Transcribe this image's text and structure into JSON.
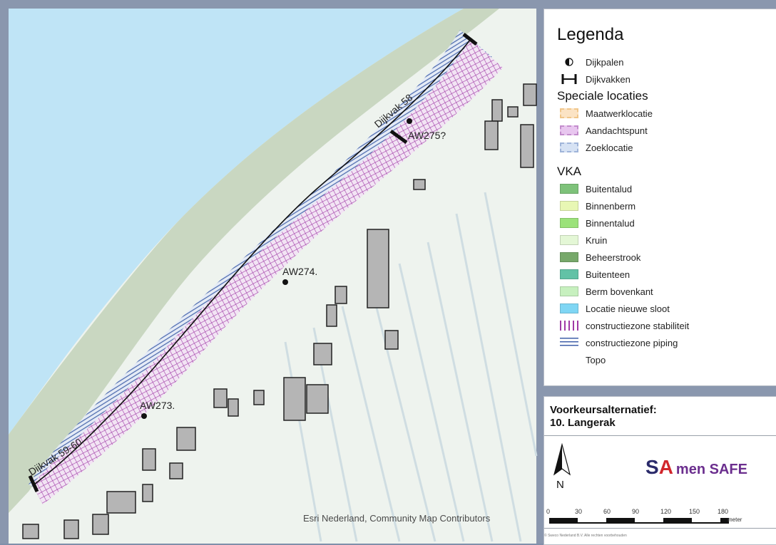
{
  "legend": {
    "title": "Legenda",
    "items_top": [
      {
        "label": "Dijkpalen",
        "icon": "half-circle-icon"
      },
      {
        "label": "Dijkvakken",
        "icon": "h-bar-icon"
      }
    ],
    "speciale_title": "Speciale locaties",
    "speciale": [
      {
        "label": "Maatwerklocatie",
        "color": "#fbe3c4"
      },
      {
        "label": "Aandachtspunt",
        "color": "#e8c6ef"
      },
      {
        "label": "Zoeklocatie",
        "color": "#d6e2f4"
      }
    ],
    "vka_title": "VKA",
    "vka": [
      {
        "label": "Buitentalud",
        "color": "#7ec27a"
      },
      {
        "label": "Binnenberm",
        "color": "#e8f7b4"
      },
      {
        "label": "Binnentalud",
        "color": "#9be27a"
      },
      {
        "label": "Kruin",
        "color": "#e4f7d6"
      },
      {
        "label": "Beheerstrook",
        "color": "#77a86a"
      },
      {
        "label": "Buitenteen",
        "color": "#62c2a6"
      },
      {
        "label": "Berm bovenkant",
        "color": "#c7f0bf"
      },
      {
        "label": "Locatie nieuwe sloot",
        "color": "#7fd6f4"
      },
      {
        "label": "constructiezone stabiliteit",
        "color": "#a03aa6"
      },
      {
        "label": "constructiezone piping",
        "color": "#3f5fa8"
      },
      {
        "label": "Topo",
        "color": ""
      }
    ]
  },
  "title_panel": {
    "line1": "Voorkeursalternatief:",
    "line2": "10. Langerak",
    "north_label": "N",
    "scale_ticks": [
      "0",
      "30",
      "60",
      "90",
      "120",
      "150",
      "180"
    ],
    "scale_unit": "meter",
    "logo_s": "S",
    "logo_a": "A",
    "logo_rest": "men SAFE",
    "copyright": "© Sweco Nederland B.V. Alle rechten voorbehouden"
  },
  "map": {
    "credit": "Esri Nederland, Community Map Contributors",
    "dijkvak_labels": [
      "Dijkvak 59-60",
      "Dijkvak 58"
    ],
    "dijkpaal_labels": [
      "AW273.",
      "AW274.",
      "AW275?"
    ],
    "colors": {
      "water": "#bfe4f6",
      "land": "#e9f0e9",
      "hatch": "#a03aa6",
      "piping": "#3f5fa8"
    }
  }
}
